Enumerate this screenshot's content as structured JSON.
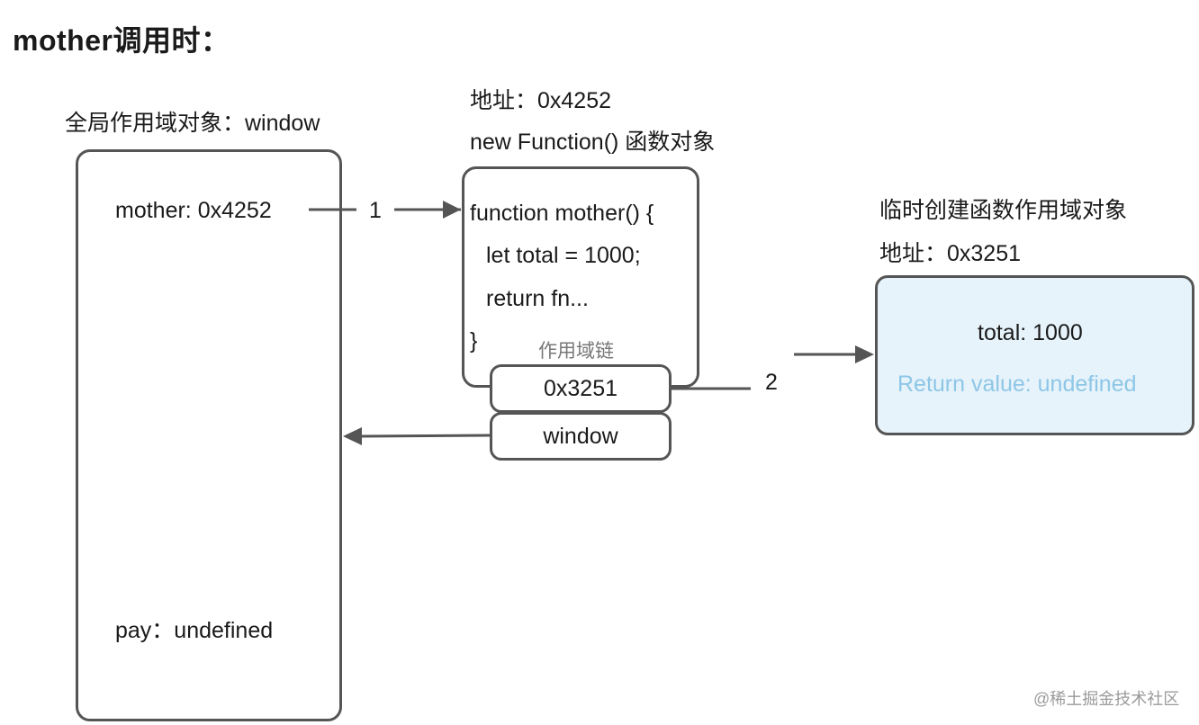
{
  "title": "mother调用时：",
  "global_scope": {
    "label": "全局作用域对象：window",
    "entry_mother": "mother: 0x4252",
    "entry_pay": "pay：undefined"
  },
  "function_object": {
    "address_label": "地址：0x4252",
    "type_label": "new Function() 函数对象",
    "code_lines": [
      "function mother() {",
      "  let total = 1000;",
      "  return fn...",
      "}"
    ],
    "scope_chain_label": "作用域链",
    "scope_chain": [
      "0x3251",
      "window"
    ]
  },
  "temp_scope": {
    "label": "临时创建函数作用域对象",
    "address_label": "地址：0x3251",
    "entry_total": "total: 1000",
    "entry_return": "Return value: undefined"
  },
  "arrows": {
    "arrow1_label": "1",
    "arrow2_label": "2"
  },
  "watermark": "@稀土掘金技术社区"
}
